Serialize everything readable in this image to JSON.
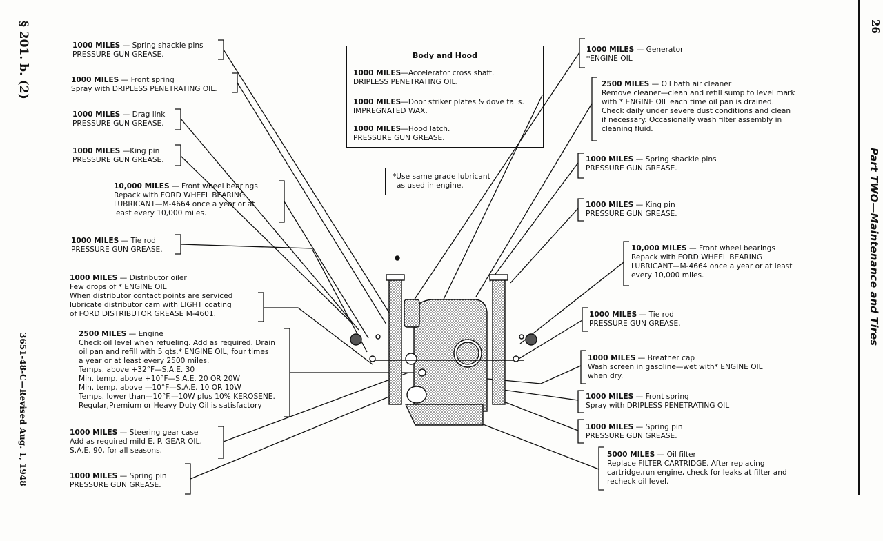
{
  "margin": {
    "section": "§ 201. b. (2)",
    "revision": "3651-48-C—Revised Aug. 1, 1948",
    "page_number": "26",
    "part_title": "Part TWO—Maintenance and Tires"
  },
  "body_hood": {
    "title": "Body and Hood",
    "items": [
      {
        "miles": "1000 MILES",
        "text1": "—Accelerator cross shaft.",
        "text2": "DRIPLESS PENETRATING OIL."
      },
      {
        "miles": "1000 MILES",
        "text1": "—Door striker plates & dove tails.",
        "text2": "IMPREGNATED WAX."
      },
      {
        "miles": "1000 MILES",
        "text1": "—Hood latch.",
        "text2": "PRESSURE GUN GREASE."
      }
    ]
  },
  "note": {
    "line1": "*Use same grade lubricant",
    "line2": "as used in engine."
  },
  "left": [
    {
      "miles": "1000 MILES",
      "rest": " — Spring shackle pins",
      "lines": [
        "PRESSURE GUN GREASE."
      ]
    },
    {
      "miles": "1000 MILES",
      "rest": " — Front spring",
      "lines": [
        "Spray with DRIPLESS PENETRATING OIL."
      ]
    },
    {
      "miles": "1000 MILES",
      "rest": " — Drag link",
      "lines": [
        "PRESSURE GUN GREASE."
      ]
    },
    {
      "miles": "1000 MILES",
      "rest": " —King pin",
      "lines": [
        "PRESSURE GUN GREASE."
      ]
    },
    {
      "miles": "10,000 MILES",
      "rest": " — Front  wheel bearings",
      "lines": [
        "Repack with FORD WHEEL BEARING",
        "LUBRICANT—M-4664 once a year or at",
        "least every 10,000 miles."
      ]
    },
    {
      "miles": "1000 MILES",
      "rest": " — Tie rod",
      "lines": [
        "PRESSURE GUN GREASE."
      ]
    },
    {
      "miles": "1000 MILES",
      "rest": " — Distributor oiler",
      "lines": [
        "Few drops of * ENGINE OIL",
        "When distributor contact points are serviced",
        "lubricate distributor cam with LIGHT coating",
        "of FORD DISTRIBUTOR GREASE M-4601."
      ]
    },
    {
      "miles": "2500 MILES",
      "rest": " — Engine",
      "lines": [
        "Check oil level when refueling. Add as required. Drain",
        "oil pan and refill with 5 qts.* ENGINE OIL, four times",
        " a  year or at least every 2500 miles.",
        "Temps. above  +32°F—S.A.E. 30",
        "Min. temp. above  +10°F—S.A.E. 20 OR 20W",
        "Min. temp. above  —10°F—S.A.E. 10 OR 10W",
        "Temps. lower than—10°F.—10W plus 10% KEROSENE.",
        "Regular,Premium or Heavy Duty Oil is satisfactory"
      ]
    },
    {
      "miles": "1000 MILES",
      "rest": " — Steering gear case",
      "lines": [
        "Add as required mild E. P. GEAR OIL,",
        "S.A.E. 90, for all seasons."
      ]
    },
    {
      "miles": "1000 MILES",
      "rest": " — Spring pin",
      "lines": [
        "PRESSURE GUN GREASE."
      ]
    }
  ],
  "right": [
    {
      "miles": "1000 MILES",
      "rest": " — Generator",
      "lines": [
        "*ENGINE OIL"
      ]
    },
    {
      "miles": "2500 MILES",
      "rest": " — Oil bath air cleaner",
      "lines": [
        "Remove cleaner—clean and refill sump to level mark",
        "with * ENGINE OIL each time oil  pan is drained.",
        "Check daily under severe  dust  conditions and clean",
        "if necessary. Occasionally wash filter assembly in",
        "cleaning fluid."
      ]
    },
    {
      "miles": "1000 MILES",
      "rest": " — Spring shackle pins",
      "lines": [
        "PRESSURE GUN GREASE."
      ]
    },
    {
      "miles": "1000 MILES",
      "rest": " — King pin",
      "lines": [
        "PRESSURE GUN GREASE."
      ]
    },
    {
      "miles": "10,000 MILES",
      "rest": " — Front  wheel bearings",
      "lines": [
        "Repack with FORD WHEEL BEARING",
        "LUBRICANT—M-4664 once a year or at  least",
        "every  10,000 miles."
      ]
    },
    {
      "miles": "1000 MILES",
      "rest": " — Tie rod",
      "lines": [
        "PRESSURE GUN GREASE."
      ]
    },
    {
      "miles": "1000 MILES",
      "rest": " — Breather cap",
      "lines": [
        "Wash screen in gasoline—wet with* ENGINE OIL",
        "when dry."
      ]
    },
    {
      "miles": "1000 MILES",
      "rest": " — Front  spring",
      "lines": [
        "Spray with DRIPLESS PENETRATING OIL"
      ]
    },
    {
      "miles": "1000 MILES",
      "rest": " — Spring  pin",
      "lines": [
        "PRESSURE GUN GREASE."
      ]
    },
    {
      "miles": "5000 MILES",
      "rest": " — Oil filter",
      "lines": [
        "Replace FILTER CARTRIDGE. After replacing",
        "cartridge,run  engine, check for leaks at filter and",
        "recheck oil level."
      ]
    }
  ]
}
